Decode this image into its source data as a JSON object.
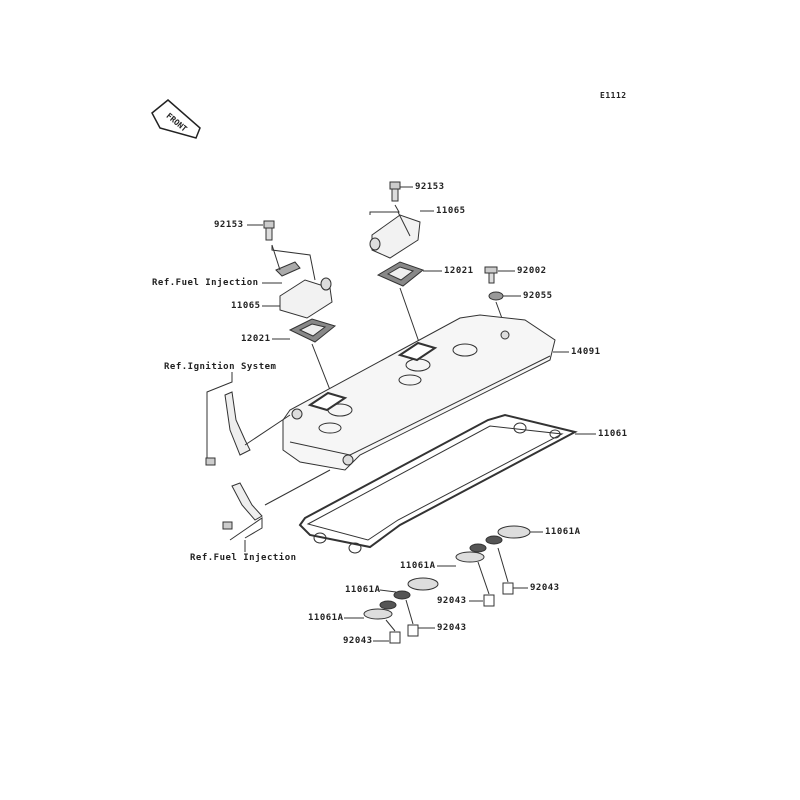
{
  "diagram_code": "E1112",
  "front_marker": "FRONT",
  "refs": {
    "fuel_injection_top": "Ref.Fuel Injection",
    "ignition_system": "Ref.Ignition System",
    "fuel_injection_bottom": "Ref.Fuel Injection"
  },
  "parts": {
    "bolt_top": "92153",
    "bolt_left": "92153",
    "cap_right": "11065",
    "cap_left": "11065",
    "plate_right": "12021",
    "plate_left": "12021",
    "bolt_cover": "92002",
    "washer": "92055",
    "cylinder_head_cover": "14091",
    "gasket": "11061",
    "plug_gasket_1": "11061A",
    "plug_gasket_2": "11061A",
    "plug_gasket_3": "11061A",
    "plug_gasket_4": "11061A",
    "bushing_1": "92043",
    "bushing_2": "92043",
    "bushing_3": "92043",
    "bushing_4": "92043"
  }
}
